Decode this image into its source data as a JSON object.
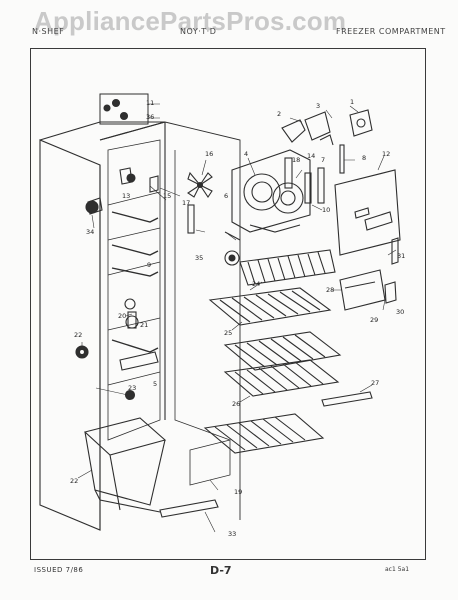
{
  "header": {
    "left": "N·SHEF",
    "middle": "NOY·T·D",
    "right": "FREEZER COMPARTMENT",
    "watermark": "AppliancePartsPros.com"
  },
  "callouts": [
    "1",
    "2",
    "3",
    "4",
    "5",
    "6",
    "7",
    "8",
    "9",
    "10",
    "11",
    "12",
    "13",
    "14",
    "15",
    "16",
    "17",
    "18",
    "19",
    "20",
    "21",
    "22",
    "23",
    "24",
    "25",
    "26",
    "27",
    "28",
    "29",
    "30",
    "31",
    "33",
    "34",
    "35",
    "36"
  ],
  "footer": {
    "issued": "ISSUED 7/86",
    "page": "D-7",
    "code": "ac1 5a1"
  },
  "colors": {
    "ink": "#2f2f2f",
    "paper": "#fbfbfa"
  }
}
